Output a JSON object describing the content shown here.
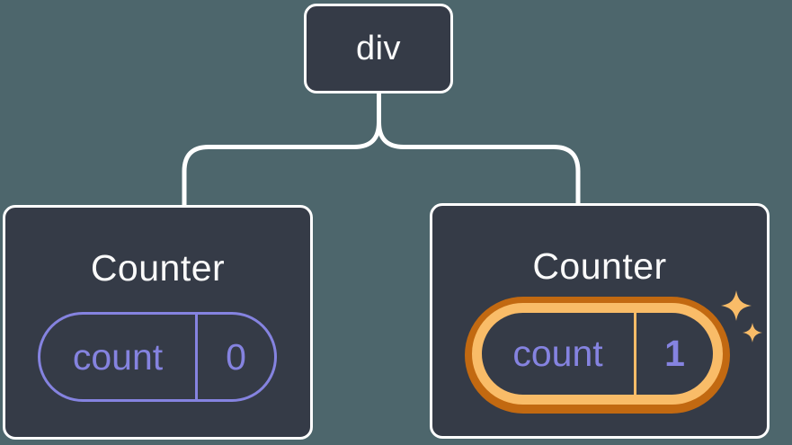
{
  "tree": {
    "root": {
      "label": "div"
    },
    "children": [
      {
        "title": "Counter",
        "state": {
          "key": "count",
          "value": "0",
          "highlighted": false
        }
      },
      {
        "title": "Counter",
        "state": {
          "key": "count",
          "value": "1",
          "highlighted": true
        }
      }
    ]
  },
  "icons": {
    "sparkles": "sparkles-icon"
  },
  "colors": {
    "background": "#4D666C",
    "card_background": "#353B47",
    "card_border": "#FFFFFF",
    "connector": "#FFFFFF",
    "state_accent": "#8583E0",
    "highlight_outer_ring": "#C26911",
    "highlight_inner_ring": "#F9BC68",
    "sparkle": "#F9BC68",
    "title_text": "#FAFAFA"
  }
}
